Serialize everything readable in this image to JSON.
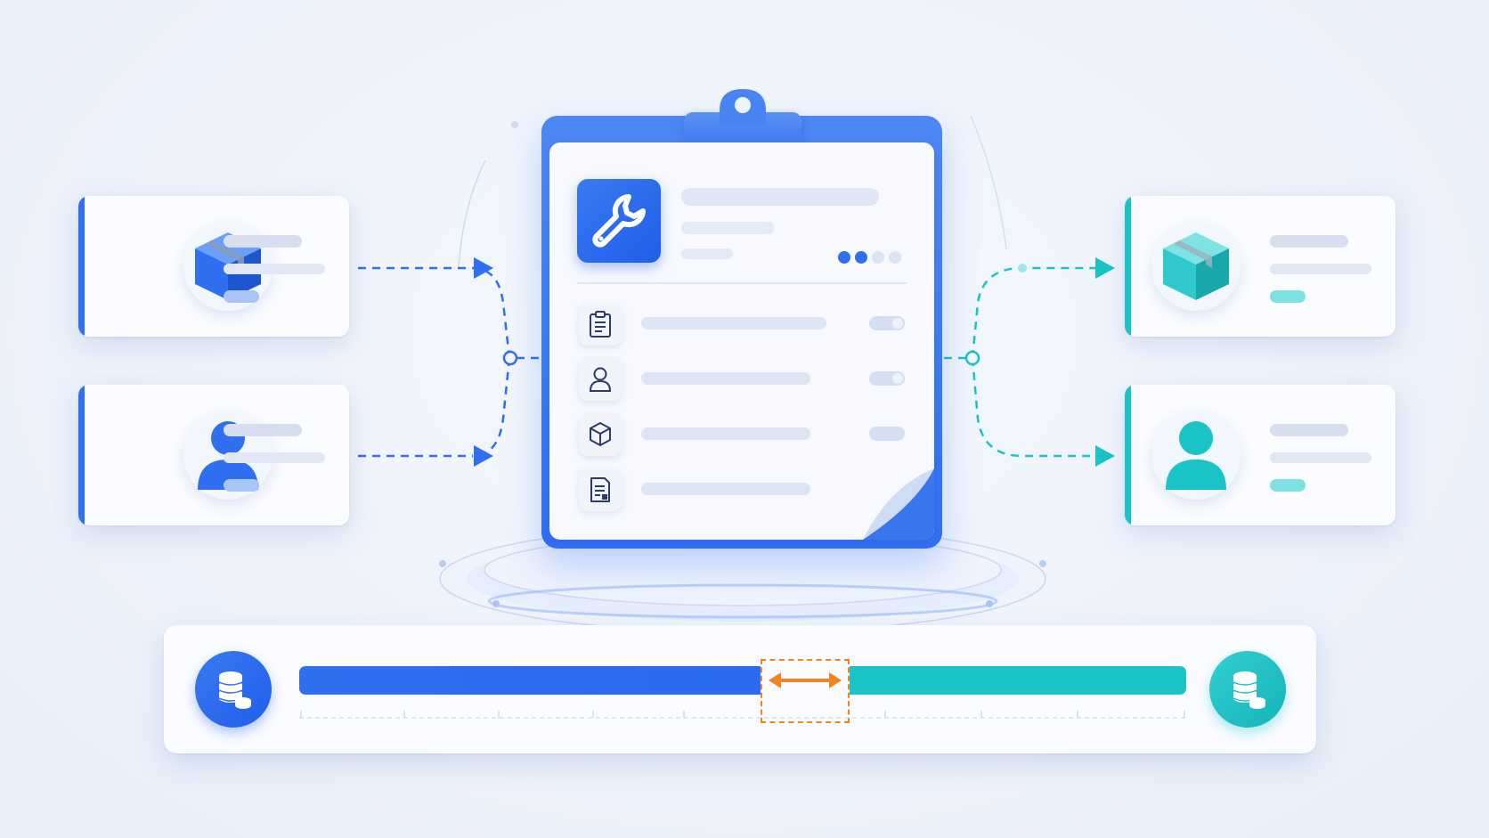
{
  "colors": {
    "primary": "#2f6ff0",
    "primary_dark": "#1f5ee8",
    "teal": "#19c3c6",
    "orange": "#f58220",
    "placeholder_bar": "#dbe3f4",
    "card": "#fbfcff"
  },
  "icons": {
    "left_top": "package-box-icon",
    "left_bottom": "user-icon",
    "right_top": "package-box-icon",
    "right_bottom": "user-icon",
    "clipboard_header": "wrench-icon",
    "rows": [
      "clipboard-list-icon",
      "user-icon",
      "cube-icon",
      "document-icon"
    ],
    "storage_left": "database-stack-icon",
    "storage_right": "database-stack-icon",
    "range": "double-arrow-icon"
  },
  "timeline": {
    "left_fraction": 0.52,
    "gap_fraction": 0.1,
    "right_fraction": 0.38
  }
}
